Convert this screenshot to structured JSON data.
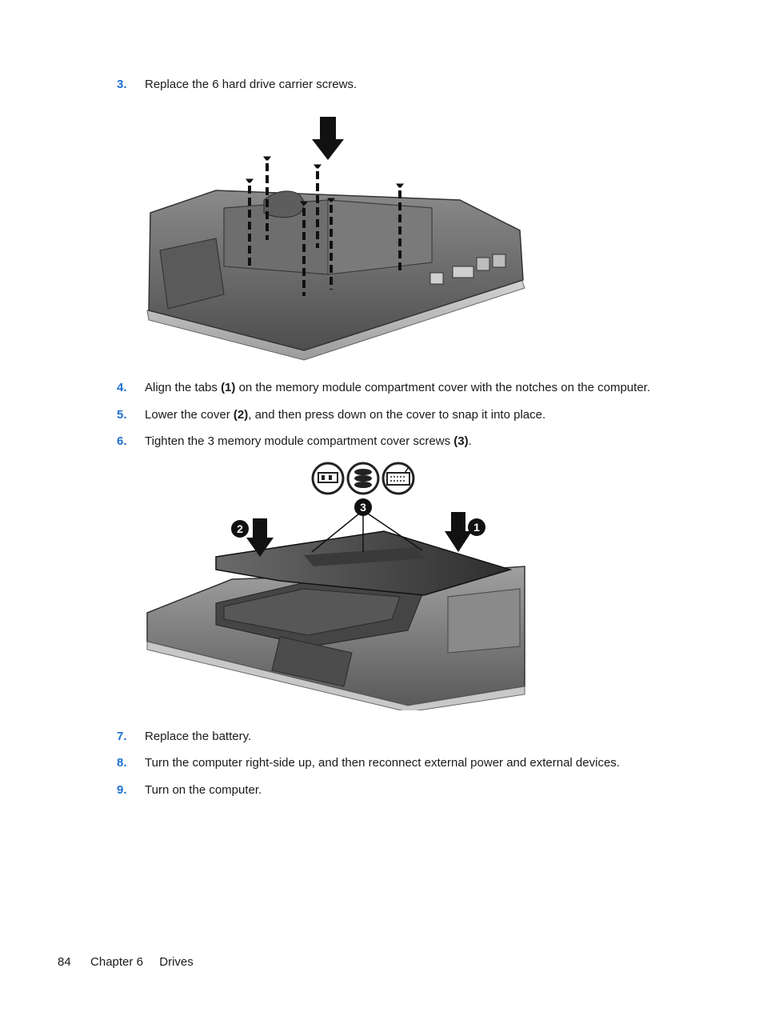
{
  "steps": [
    {
      "num": "3.",
      "parts": [
        "Replace the 6 hard drive carrier screws."
      ]
    },
    {
      "num": "4.",
      "parts": [
        "Align the tabs ",
        "(1)",
        " on the memory module compartment cover with the notches on the computer."
      ]
    },
    {
      "num": "5.",
      "parts": [
        "Lower the cover ",
        "(2)",
        ", and then press down on the cover to snap it into place."
      ]
    },
    {
      "num": "6.",
      "parts": [
        "Tighten the 3 memory module compartment cover screws ",
        "(3)",
        "."
      ]
    },
    {
      "num": "7.",
      "parts": [
        "Replace the battery."
      ]
    },
    {
      "num": "8.",
      "parts": [
        "Turn the computer right-side up, and then reconnect external power and external devices."
      ]
    },
    {
      "num": "9.",
      "parts": [
        "Turn on the computer."
      ]
    }
  ],
  "figure2": {
    "callouts": [
      "1",
      "2",
      "3"
    ]
  },
  "footer": {
    "page_number": "84",
    "chapter": "Chapter 6",
    "section": "Drives"
  }
}
